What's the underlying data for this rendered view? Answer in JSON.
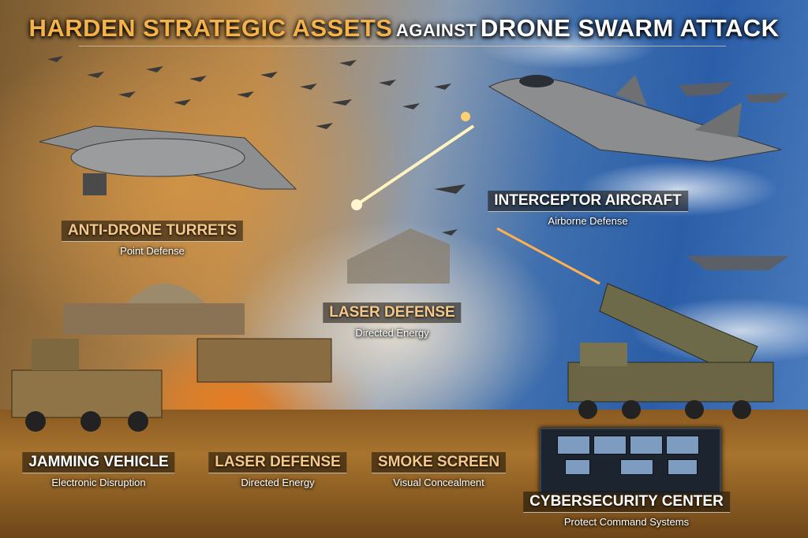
{
  "title": {
    "part1": "HARDEN STRATEGIC ASSETS",
    "part2": "AGAINST",
    "part3": "DRONE SWARM ATTACK"
  },
  "labels": [
    {
      "heading": "ANTI-DRONE TURRETS",
      "sub": "Point Defense"
    },
    {
      "heading": "INTERCEPTOR AIRCRAFT",
      "sub": "Airborne Defense"
    },
    {
      "heading": "LASER DEFENSE",
      "sub": "Directed Energy"
    },
    {
      "heading": "JAMMING VEHICLE",
      "sub": "Electronic Disruption"
    },
    {
      "heading": "LASER DEFENSE",
      "sub": "Directed Energy"
    },
    {
      "heading": "SMOKE SCREEN",
      "sub": "Visual Concealment"
    },
    {
      "heading": "CYBERSECURITY CENTER",
      "sub": "Protect Command Systems"
    }
  ],
  "colors": {
    "accent_gold": "#f4b24a",
    "sky_blue": "#2b5ea8",
    "sand": "#a8742e"
  }
}
